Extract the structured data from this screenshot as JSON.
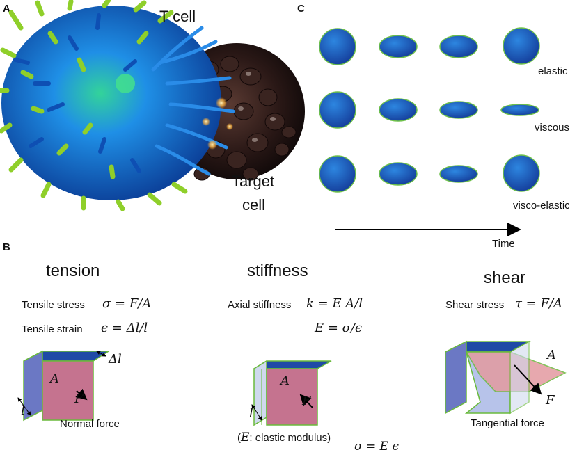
{
  "panels": {
    "a": "A",
    "b": "B",
    "c": "C"
  },
  "panel_a": {
    "t_cell_label": "T cell",
    "target_cell_line1": "Target",
    "target_cell_line2": "cell",
    "colors": {
      "t_cell_blue": "#1f73d9",
      "t_cell_green": "#8fcf2a",
      "target_dark": "#241615"
    }
  },
  "panel_c": {
    "rows": [
      "elastic",
      "viscous",
      "visco-elastic"
    ],
    "time_label": "Time",
    "colors": {
      "fill_light": "#2d86e0",
      "fill_dark": "#143c99",
      "outline": "#6ec04a"
    }
  },
  "tension": {
    "title": "tension",
    "stress_label": "Tensile stress",
    "stress_eq": "σ = F/A",
    "strain_label": "Tensile strain",
    "strain_eq": "ϵ = Δl/l",
    "delta_l": "Δl",
    "area": "A",
    "force": "F",
    "length": "l",
    "caption": "Normal force"
  },
  "stiffness": {
    "title": "stiffness",
    "axial_label": "Axial stiffness",
    "axial_eq": "k = E A/l",
    "modulus_eq": "E = σ/ϵ",
    "area": "A",
    "force": "F",
    "length": "l",
    "modulus_note_prefix": "(",
    "modulus_symbol": "E",
    "modulus_note_suffix": ": elastic modulus)",
    "hooke_eq": "σ = E ϵ"
  },
  "shear": {
    "title": "shear",
    "stress_label": "Shear stress",
    "stress_eq": "τ = F/A",
    "area": "A",
    "force": "F",
    "caption": "Tangential force"
  },
  "cube_colors": {
    "top": "#1f4aa6",
    "front": "#c5738f",
    "side": "#6b78c4",
    "edge": "#6aba3c",
    "side_light": "#cfd9ee",
    "shear_plane": "#e39aa0"
  }
}
